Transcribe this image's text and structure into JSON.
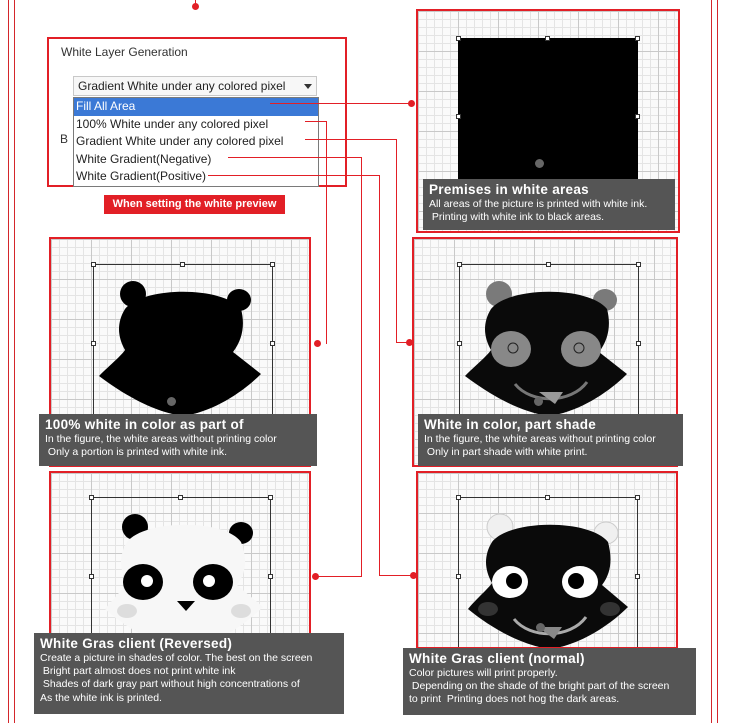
{
  "white_layer": {
    "title": "White Layer Generation",
    "selected_value": "Gradient White under any colored pixel",
    "options": [
      "Fill All Area",
      "100% White under any colored pixel",
      "Gradient White under any colored pixel",
      "White Gradient(Negative)",
      "White Gradient(Positive)"
    ],
    "selected_index": 0,
    "stray_text": "B"
  },
  "preview_label": "When setting the white preview",
  "captions": {
    "premises": {
      "title": "Premises in white areas",
      "desc": "All areas of the picture is printed with white ink.\n Printing with white ink to black areas."
    },
    "hundred": {
      "title": "100% white in color as part of",
      "desc": "In the figure, the white areas without printing color\n Only a portion is printed with white ink."
    },
    "part_shade": {
      "title": "White in color, part shade",
      "desc": "In the figure, the white areas without printing color\n Only in part shade with white print."
    },
    "reversed": {
      "title": "White Gras client (Reversed)",
      "desc": "Create a picture in shades of color. The best on the screen\n Bright part almost does not print white ink\n Shades of dark gray part without high concentrations of\nAs the white ink is printed."
    },
    "normal": {
      "title": "White Gras client (normal)",
      "desc": "Color pictures will print properly.\n Depending on the shade of the bright part of the screen\nto print  Printing does not hog the dark areas."
    }
  },
  "colors": {
    "accent_red": "#e21f26",
    "caption_bg": "#555555",
    "selection_blue": "#3b79d6"
  },
  "icons": [
    "panda-silhouette",
    "panda-gray",
    "panda-white",
    "panda-dark"
  ]
}
